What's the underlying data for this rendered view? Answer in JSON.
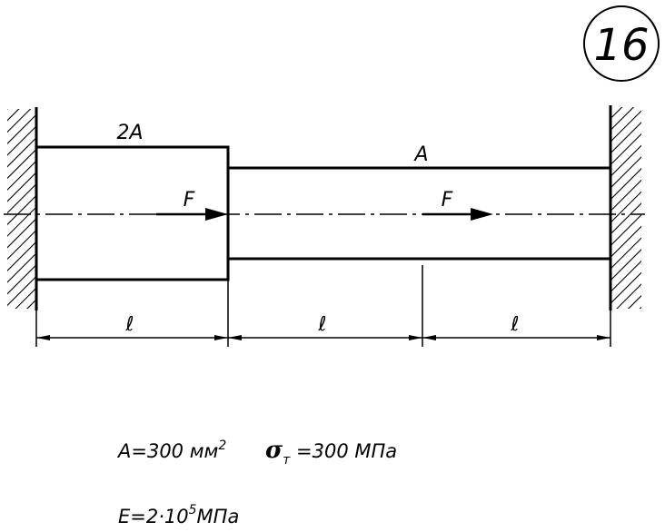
{
  "problem": {
    "number": "16"
  },
  "diagram": {
    "labels": {
      "left_section_area": "2A",
      "right_section_area": "A",
      "force_left": "F",
      "force_right": "F",
      "length_1": "ℓ",
      "length_2": "ℓ",
      "length_3": "ℓ"
    }
  },
  "given": {
    "area_text": "A=300 мм",
    "area_exp": "2",
    "sigma_symbol": "σ",
    "sigma_subscript": "т",
    "sigma_value": " =300 МПа",
    "modulus_prefix": "E=2·10",
    "modulus_exp": "5",
    "modulus_unit": "МПа"
  }
}
